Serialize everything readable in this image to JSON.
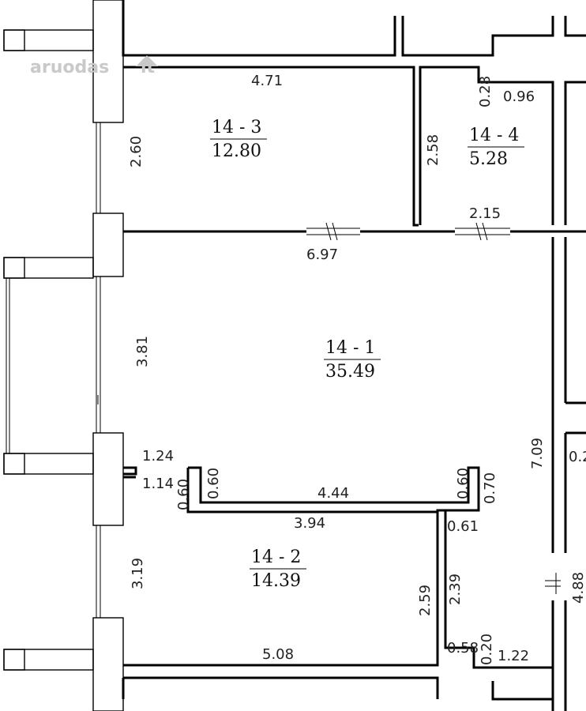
{
  "watermark": "aruodas",
  "watermark_suffix": "lt",
  "rooms": [
    {
      "id": "14 - 1",
      "area": "35.49"
    },
    {
      "id": "14 - 2",
      "area": "14.39"
    },
    {
      "id": "14 - 3",
      "area": "12.80"
    },
    {
      "id": "14 - 4",
      "area": "5.28"
    }
  ],
  "dimensions": [
    "4.71",
    "2.60",
    "0.28",
    "0.96",
    "2.58",
    "2.15",
    "6.97",
    "3.81",
    "1.24",
    "1.14",
    "0.60",
    "0.60",
    "4.44",
    "0.60",
    "0.70",
    "3.94",
    "0.61",
    "7.09",
    "0.2",
    "3.19",
    "2.59",
    "2.39",
    "4.88",
    "5.08",
    "0.58",
    "0.20",
    "1.22"
  ]
}
